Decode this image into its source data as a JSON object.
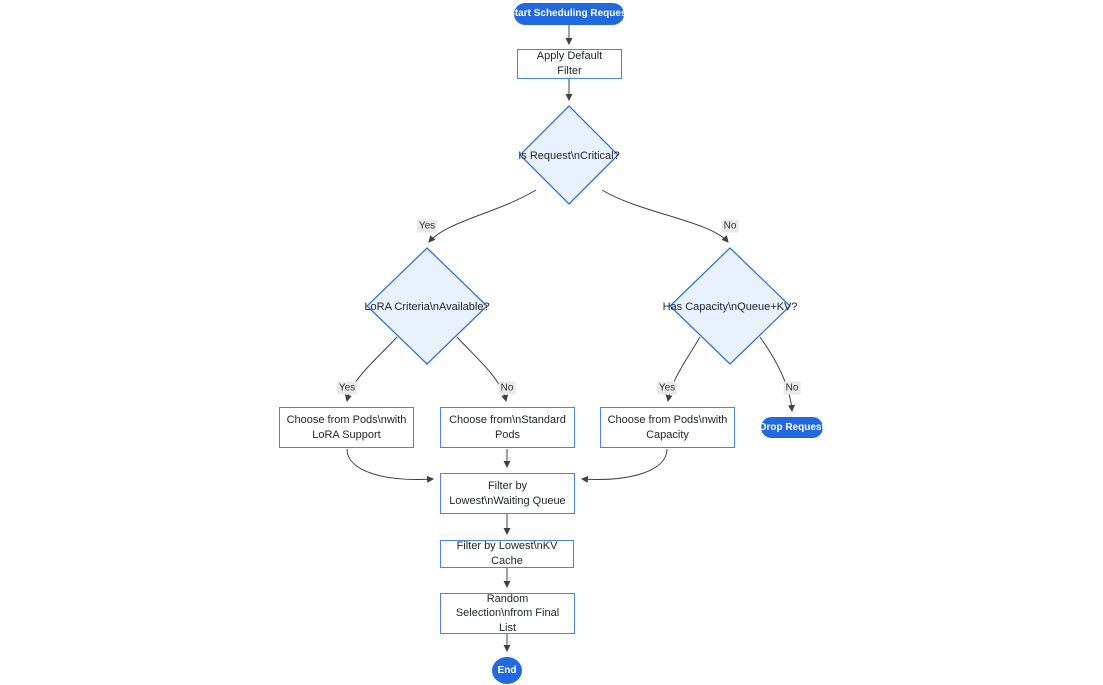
{
  "diagram": {
    "type": "flowchart",
    "direction": "top-down",
    "colors": {
      "terminal_fill": "#2268e0",
      "terminal_text": "#ffffff",
      "process_fill": "#ffffff",
      "process_border": "#4a84e8",
      "decision_fill": "#e8f1fc",
      "decision_border": "#2e6fe0",
      "edge_line": "#404040",
      "edge_label_bg": "#e8e8e8",
      "text": "#1f2328",
      "background": "#ffffff"
    },
    "nodes": {
      "start": {
        "shape": "stadium",
        "label": "Start Scheduling Request"
      },
      "apply_filter": {
        "shape": "rect",
        "label": "Apply Default Filter"
      },
      "is_critical": {
        "shape": "diamond",
        "label": "Is Request\\nCritical?"
      },
      "lora_available": {
        "shape": "diamond",
        "label": "LoRA Criteria\\nAvailable?"
      },
      "has_capacity": {
        "shape": "diamond",
        "label": "Has Capacity\\nQueue+KV?"
      },
      "choose_lora": {
        "shape": "rect",
        "label": "Choose from Pods\\nwith LoRA Support"
      },
      "choose_standard": {
        "shape": "rect",
        "label": "Choose from\\nStandard Pods"
      },
      "choose_capacity": {
        "shape": "rect",
        "label": "Choose from Pods\\nwith Capacity"
      },
      "drop_request": {
        "shape": "stadium",
        "label": "Drop Request"
      },
      "filter_queue": {
        "shape": "rect",
        "label": "Filter by Lowest\\nWaiting Queue"
      },
      "filter_kv": {
        "shape": "rect",
        "label": "Filter by Lowest\\nKV Cache"
      },
      "random_selection": {
        "shape": "rect",
        "label": "Random Selection\\nfrom Final List"
      },
      "end": {
        "shape": "circle",
        "label": "End"
      }
    },
    "edges": [
      {
        "from": "start",
        "to": "apply_filter",
        "label": ""
      },
      {
        "from": "apply_filter",
        "to": "is_critical",
        "label": ""
      },
      {
        "from": "is_critical",
        "to": "lora_available",
        "label": "Yes"
      },
      {
        "from": "is_critical",
        "to": "has_capacity",
        "label": "No"
      },
      {
        "from": "lora_available",
        "to": "choose_lora",
        "label": "Yes"
      },
      {
        "from": "lora_available",
        "to": "choose_standard",
        "label": "No"
      },
      {
        "from": "has_capacity",
        "to": "choose_capacity",
        "label": "Yes"
      },
      {
        "from": "has_capacity",
        "to": "drop_request",
        "label": "No"
      },
      {
        "from": "choose_lora",
        "to": "filter_queue",
        "label": ""
      },
      {
        "from": "choose_standard",
        "to": "filter_queue",
        "label": ""
      },
      {
        "from": "choose_capacity",
        "to": "filter_queue",
        "label": ""
      },
      {
        "from": "filter_queue",
        "to": "filter_kv",
        "label": ""
      },
      {
        "from": "filter_kv",
        "to": "random_selection",
        "label": ""
      },
      {
        "from": "random_selection",
        "to": "end",
        "label": ""
      }
    ]
  }
}
